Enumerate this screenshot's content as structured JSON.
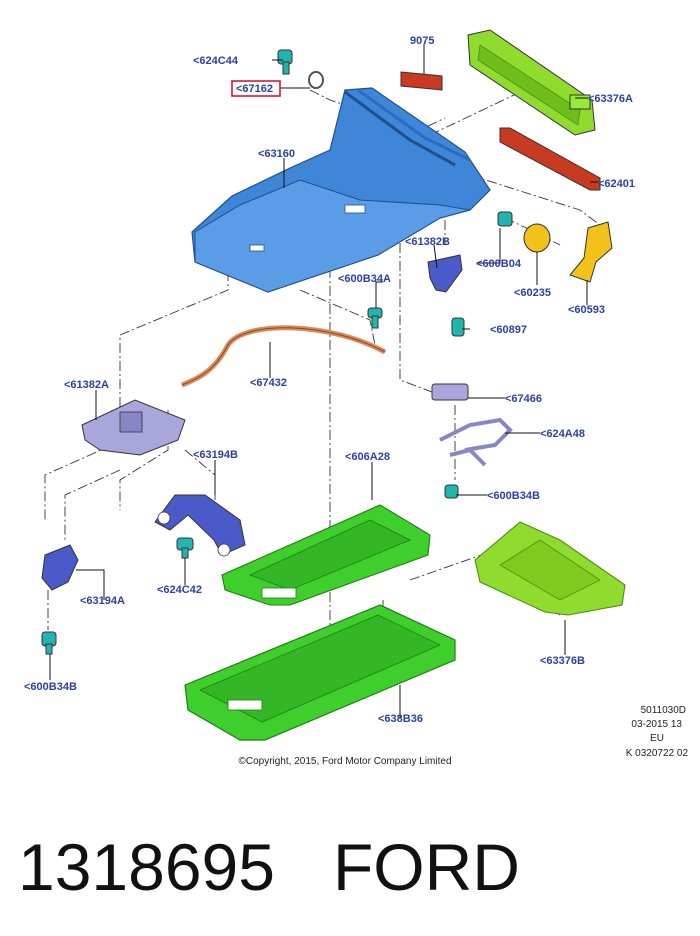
{
  "parts": {
    "p624C44": "<624C44",
    "p67162": "<67162",
    "p9075": "9075",
    "p63376A": "<63376A",
    "p63160": "<63160",
    "p62401": "<62401",
    "p61382B": "<61382B",
    "p600B04": "<600B04",
    "p60235": "<60235",
    "p60593": "<60593",
    "p600B34A": "<600B34A",
    "p60897": "<60897",
    "p67432": "<67432",
    "p61382A": "<61382A",
    "p67466": "<67466",
    "p624A48": "<624A48",
    "p63194B": "<63194B",
    "p606A28": "<606A28",
    "p600B34B_mid": "<600B34B",
    "p624C42": "<624C42",
    "p63194A": "<63194A",
    "p63376B": "<63376B",
    "p600B34B_left": "<600B34B",
    "p638B36": "<638B36"
  },
  "colors": {
    "label": "#2a3fa8",
    "highlight_box": "#d9182d",
    "blue_part": "#3f86d8",
    "green_part": "#3fcf2c",
    "lime_part": "#8fdb2e",
    "yellow_part": "#f2c21a",
    "red_part": "#c83a22",
    "teal_fastener": "#22b5b0",
    "lavender_part": "#a9a6dc",
    "copper_cable": "#d98a5a"
  },
  "highlighted_part": "<67162",
  "meta": {
    "code1": "5011030D",
    "code2": "03-2015 13",
    "code3": "EU",
    "code4": "K 0320722 02",
    "copyright": "©Copyright, 2015, Ford Motor Company Limited"
  },
  "caption": {
    "part_number": "1318695",
    "brand": "FORD"
  }
}
